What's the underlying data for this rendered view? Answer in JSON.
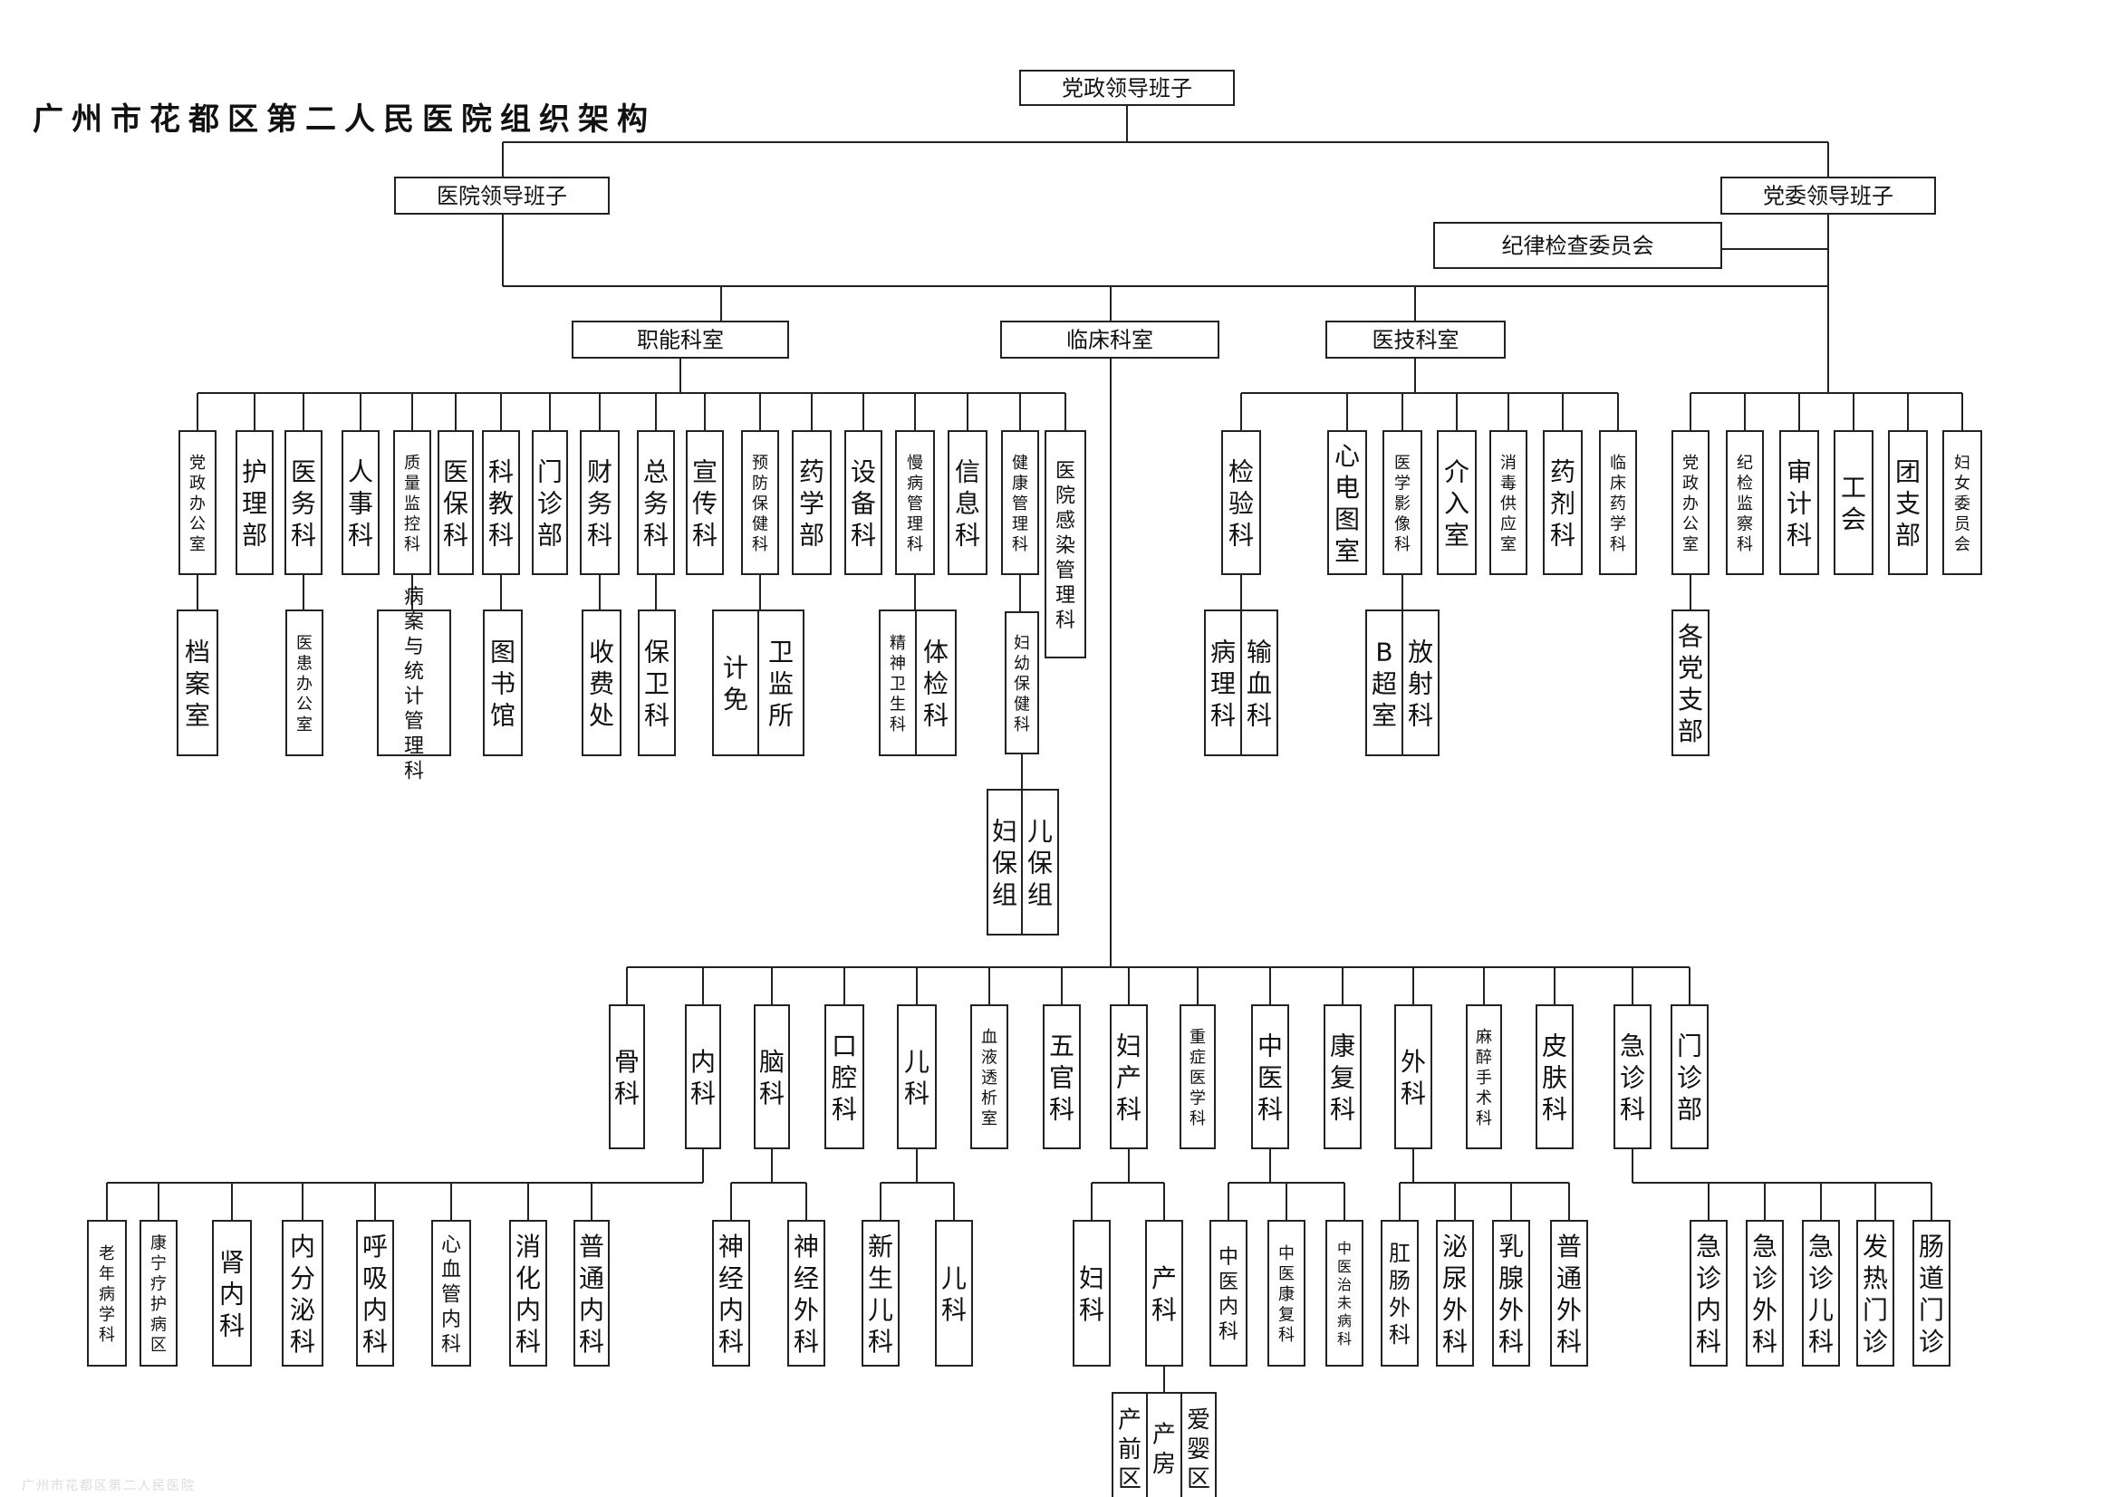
{
  "title": "广州市花都区第二人民医院组织架构",
  "footer": "广州市花都区第二人民医院",
  "diagram": {
    "root": "党政领导班子",
    "hospital_leadership": "医院领导班子",
    "party_committee": "党委领导班子",
    "discipline_committee": "纪律检查委员会",
    "groups": {
      "functional": "职能科室",
      "clinical": "临床科室",
      "medtech": "医技科室"
    },
    "functional_depts": [
      {
        "name": "党政办公室",
        "children": [
          "档案室"
        ]
      },
      {
        "name": "护理部"
      },
      {
        "name": "医务科",
        "children": [
          "医患办公室"
        ]
      },
      {
        "name": "人事科"
      },
      {
        "name": "质量监控科",
        "children": [
          "病案与统计管理科"
        ]
      },
      {
        "name": "医保科"
      },
      {
        "name": "科教科",
        "children": [
          "图书馆"
        ]
      },
      {
        "name": "门诊部"
      },
      {
        "name": "财务科",
        "children": [
          "收费处"
        ]
      },
      {
        "name": "总务科",
        "children": [
          "保卫科"
        ]
      },
      {
        "name": "宣传科"
      },
      {
        "name": "预防保健科",
        "children": [
          "计免",
          "卫监所"
        ]
      },
      {
        "name": "药学部"
      },
      {
        "name": "设备科"
      },
      {
        "name": "慢病管理科",
        "children": [
          "精神卫生科",
          "体检科"
        ]
      },
      {
        "name": "信息科"
      },
      {
        "name": "健康管理科",
        "children": [
          "妇幼保健科"
        ],
        "grandchildren": [
          "妇保组",
          "儿保组"
        ]
      },
      {
        "name": "医院感染管理科"
      }
    ],
    "medtech_depts": [
      {
        "name": "检验科",
        "children": [
          "病理科",
          "输血科"
        ]
      },
      {
        "name": "心电图室"
      },
      {
        "name": "医学影像科",
        "children": [
          "B超室",
          "放射科"
        ]
      },
      {
        "name": "介入室"
      },
      {
        "name": "消毒供应室"
      },
      {
        "name": "药剂科"
      },
      {
        "name": "临床药学科"
      }
    ],
    "party_depts": [
      {
        "name": "党政办公室",
        "children": [
          "各党支部"
        ]
      },
      {
        "name": "纪检监察科"
      },
      {
        "name": "审计科"
      },
      {
        "name": "工会"
      },
      {
        "name": "团支部"
      },
      {
        "name": "妇女委员会"
      }
    ],
    "clinical_depts": [
      {
        "name": "骨科"
      },
      {
        "name": "内科",
        "children": [
          "老年病学科",
          "康宁疗护病区",
          "肾内科",
          "内分泌科",
          "呼吸内科",
          "心血管内科",
          "消化内科",
          "普通内科"
        ]
      },
      {
        "name": "脑科",
        "children": [
          "神经内科",
          "神经外科"
        ]
      },
      {
        "name": "口腔科"
      },
      {
        "name": "儿科",
        "children": [
          "新生儿科",
          "儿科"
        ]
      },
      {
        "name": "血液透析室"
      },
      {
        "name": "五官科"
      },
      {
        "name": "妇产科",
        "children": [
          "妇科",
          "产科"
        ],
        "grandchildren": [
          "产前区",
          "产房",
          "爱婴区"
        ]
      },
      {
        "name": "重症医学科"
      },
      {
        "name": "中医科",
        "children": [
          "中医内科",
          "中医康复科",
          "中医治未病科"
        ]
      },
      {
        "name": "康复科"
      },
      {
        "name": "外科",
        "children": [
          "肛肠外科",
          "泌尿外科",
          "乳腺外科",
          "普通外科"
        ]
      },
      {
        "name": "麻醉手术科"
      },
      {
        "name": "皮肤科"
      },
      {
        "name": "急诊科",
        "children": [
          "急诊内科",
          "急诊外科",
          "急诊儿科",
          "发热门诊",
          "肠道门诊"
        ]
      },
      {
        "name": "门诊部"
      }
    ]
  }
}
